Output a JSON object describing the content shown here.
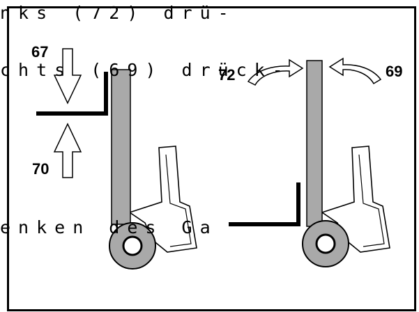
{
  "text_lines": [
    "nks (72) drü-",
    "chts (69) drück-",
    "enken des Ga"
  ],
  "callouts": {
    "c67": "67",
    "c70": "70",
    "c72": "72",
    "c69": "69"
  },
  "colors": {
    "mast": "#a9a9a9",
    "wheel": "#a9a9a9",
    "outline": "#000000",
    "frame": "#ffffff"
  }
}
